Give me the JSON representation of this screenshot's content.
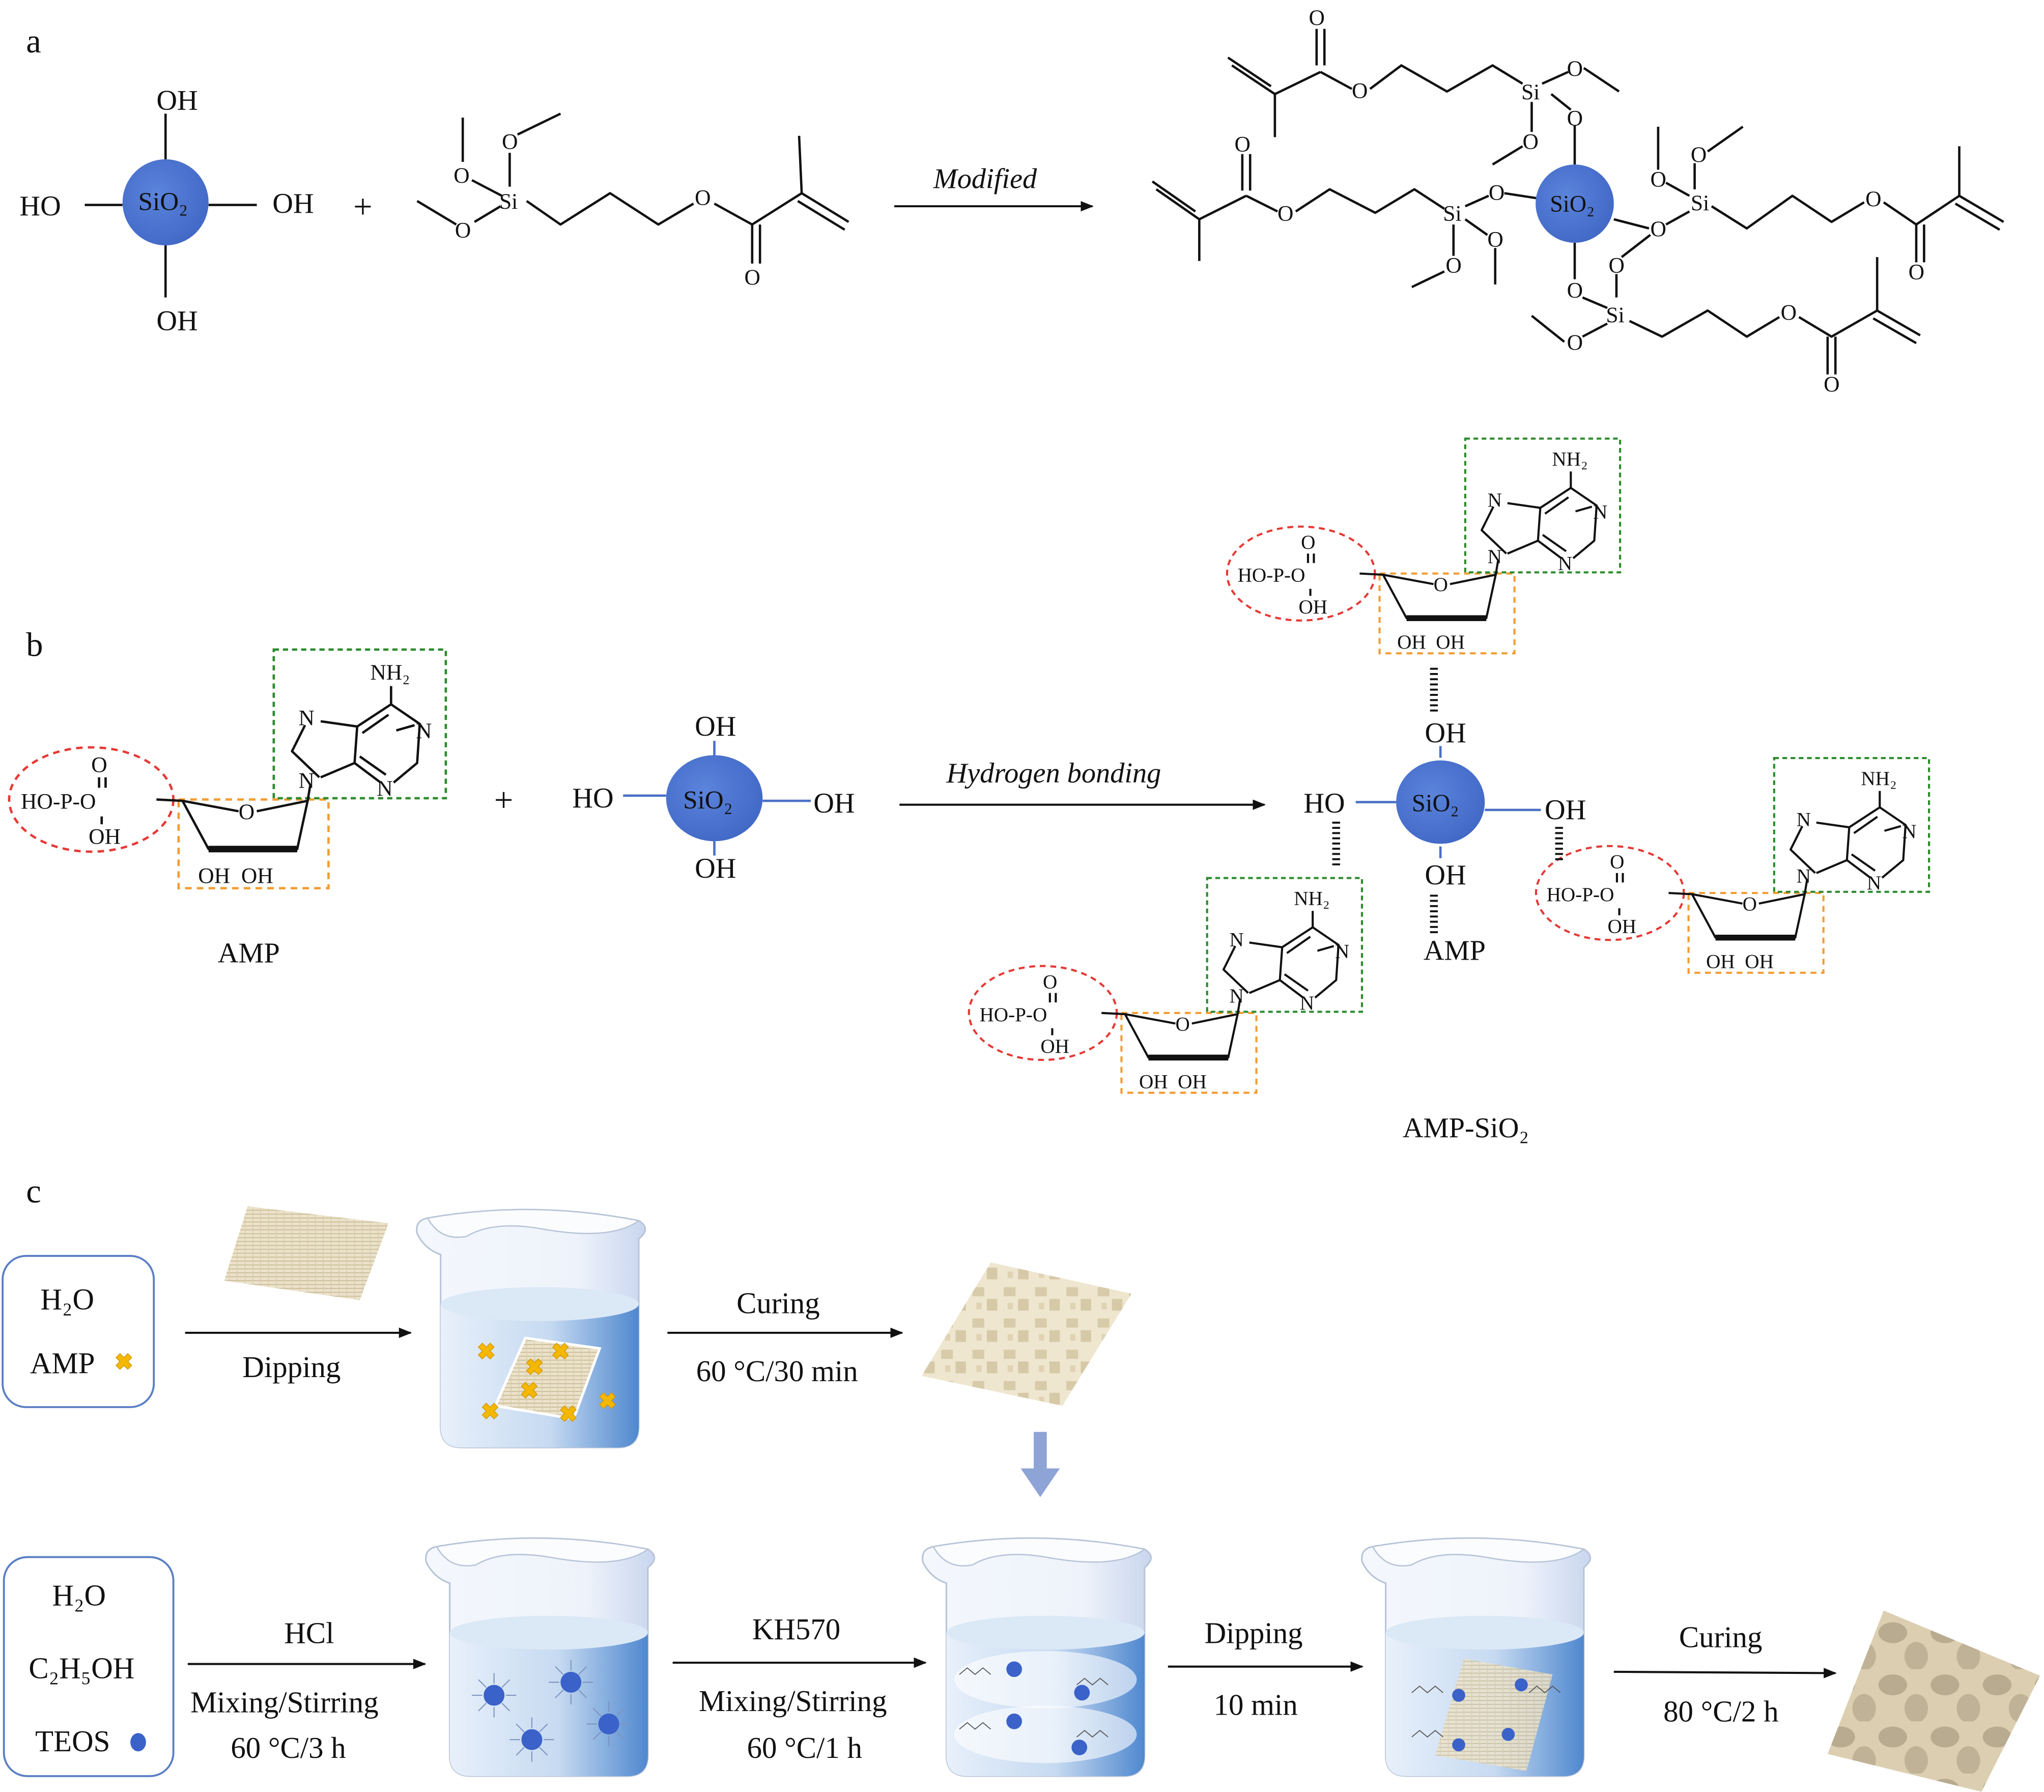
{
  "panel_labels": {
    "a": "a",
    "b": "b",
    "c": "c"
  },
  "colors": {
    "silica_sphere": "#4a72cf",
    "phosphate_outline": "#e53935",
    "ribose_outline": "#f39c32",
    "adenine_outline": "#2e8b2e",
    "amp_marker": "#f5b800",
    "teos_marker": "#3a62c9",
    "down_arrow": "#8ea3d6"
  },
  "panel_a": {
    "sio2": "SiO₂",
    "ho": "HO",
    "oh": "OH",
    "plus": "+",
    "atom_o": "O",
    "atom_si": "Si",
    "arrow_label": "Modified"
  },
  "panel_b": {
    "sio2": "SiO₂",
    "ho": "HO",
    "oh": "OH",
    "plus": "+",
    "arrow_label": "Hydrogen bonding",
    "amp_label": "AMP",
    "product_label": "AMP-SiO₂",
    "amp_structure": {
      "phosphate": "HO-P-O",
      "o": "O",
      "oh": "OH",
      "ribose_o": "O",
      "ribose_oh": "OH  OH",
      "nh2": "NH₂",
      "n": "N"
    }
  },
  "panel_c": {
    "row1": {
      "reagents": [
        "H₂O",
        "AMP"
      ],
      "step1": {
        "top": "",
        "bottom": "Dipping"
      },
      "step2": {
        "top": "Curing",
        "bottom": "60 °C/30 min"
      }
    },
    "row2": {
      "reagents": [
        "H₂O",
        "C₂H₅OH",
        "TEOS"
      ],
      "step1": {
        "top": "HCl",
        "middle": "Mixing/Stirring",
        "bottom": "60 °C/3 h"
      },
      "step2": {
        "top": "KH570",
        "middle": "Mixing/Stirring",
        "bottom": "60 °C/1 h"
      },
      "step3": {
        "top": "Dipping",
        "bottom": "10 min"
      },
      "step4": {
        "top": "Curing",
        "bottom": "80 °C/2 h"
      }
    }
  }
}
